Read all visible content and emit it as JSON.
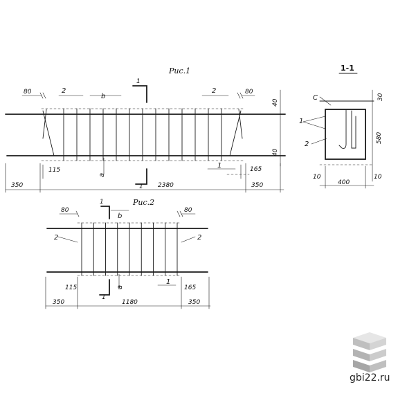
{
  "fig1": {
    "title": "Рис.1",
    "section_mark": "1",
    "cut_mark_bottom": "1",
    "dim_left_top": "80",
    "dim_right_top": "80",
    "pos_left": "2",
    "pos_right": "2",
    "letter_b": "b",
    "letter_a": "a",
    "dim_right_10_top": "40",
    "dim_right_10_bottom": "40",
    "dim_115": "115",
    "dim_165": "165",
    "pos_1": "1",
    "dim_350_left": "350",
    "dim_2380": "2380",
    "dim_350_right": "350"
  },
  "section": {
    "title": "1-1",
    "label_c": "C",
    "pos_1": "1",
    "pos_2": "2",
    "dim_30_top": "30",
    "dim_580": "580",
    "dim_10_left": "10",
    "dim_400": "400",
    "dim_10_right": "10"
  },
  "fig2": {
    "title": "Рис.2",
    "section_mark": "1",
    "cut_mark_bottom": "1",
    "dim_left_top": "80",
    "dim_right_top": "80",
    "pos_left": "2",
    "pos_right": "2",
    "letter_b": "b",
    "letter_a": "a",
    "dim_115": "115",
    "dim_165": "165",
    "pos_1": "1",
    "dim_350_left": "350",
    "dim_1180": "1180",
    "dim_350_right": "350"
  },
  "watermark": {
    "text": "gbi22.ru",
    "colors": {
      "top": "#d9d9d9",
      "mid": "#bfbfbf",
      "bottom": "#a6a6a6"
    }
  }
}
